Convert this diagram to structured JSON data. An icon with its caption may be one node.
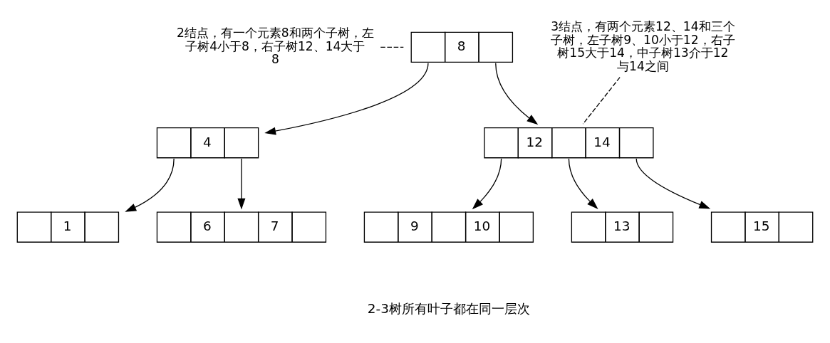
{
  "diagram": {
    "nodes": [
      {
        "text": [
          "2结点，有一个元素8和两个子树，左子树4小于8，右子树12、14大于8"
        ]
      },
      {
        "text": [
          "8"
        ]
      },
      {
        "text": [
          "3结点，有两个元素12、14和三个子树，左子树9、10小于12，右子树15大于14，中子树13介于12与14之间"
        ]
      },
      {
        "text": [
          "4"
        ]
      },
      {
        "text": [
          "12",
          "14"
        ]
      },
      {
        "text": [
          "1"
        ]
      },
      {
        "text": [
          "6",
          "7"
        ]
      },
      {
        "text": [
          "9",
          "10"
        ]
      },
      {
        "text": [
          "13"
        ]
      },
      {
        "text": [
          "15"
        ]
      }
    ],
    "edges": [
      {
        "from": 0,
        "to": 1,
        "arrow": "none",
        "style": "dashed"
      },
      {
        "from": 2,
        "to": 4,
        "arrow": "none",
        "style": "dashed"
      },
      {
        "from": 1,
        "to": 3,
        "arrow": "to"
      },
      {
        "from": 1,
        "to": 4,
        "arrow": "to"
      },
      {
        "from": 3,
        "to": 5,
        "arrow": "to"
      },
      {
        "from": 3,
        "to": 6,
        "arrow": "to"
      },
      {
        "from": 4,
        "to": 7,
        "arrow": "to"
      },
      {
        "from": 4,
        "to": 8,
        "arrow": "to"
      },
      {
        "from": 4,
        "to": 9,
        "arrow": "to"
      }
    ],
    "labels": [
      "2-3树所有叶子都在同一层次"
    ]
  }
}
